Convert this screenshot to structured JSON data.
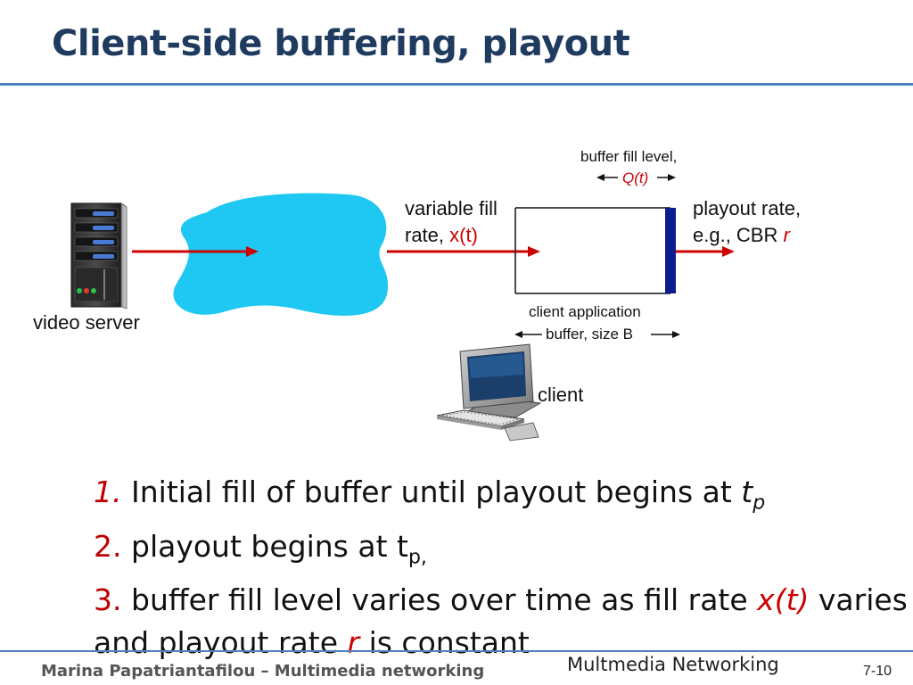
{
  "slide": {
    "title": "Client-side buffering, playout"
  },
  "diagram": {
    "server_label": "video server",
    "fill_rate": {
      "line1": "variable fill",
      "line2_prefix": "rate, ",
      "line2_var": "x(t)"
    },
    "buffer_fill": {
      "line1": "buffer fill level,",
      "var": "Q(t)"
    },
    "playout": {
      "line1": "playout rate,",
      "line2_prefix": "e.g., CBR ",
      "line2_var": "r"
    },
    "buffer_caption": {
      "line1": "client  application",
      "line2": "buffer, size B"
    },
    "client_label": "client",
    "colors": {
      "network_cloud": "#1ec8f2",
      "arrow": "#cc0000",
      "playout_bar": "#0b1d8c"
    }
  },
  "bullets": {
    "b1": {
      "num": "1.",
      "text": "Initial fill of buffer until playout begins at ",
      "var": "t",
      "sub": "p"
    },
    "b2": {
      "num": "2.",
      "text": "playout begins at t",
      "sub": "p,"
    },
    "b3": {
      "num": "3.",
      "text_a": "buffer fill level varies over time as fill rate ",
      "var_x": "x(t)",
      "text_b": " varies",
      "line2_a": "and playout rate ",
      "var_r": "r",
      "line2_b": " is constant"
    }
  },
  "footer": {
    "left": "Marina Papatriantafilou –  Multimedia networking",
    "center": "Multmedia Networking",
    "page": "7-10"
  }
}
